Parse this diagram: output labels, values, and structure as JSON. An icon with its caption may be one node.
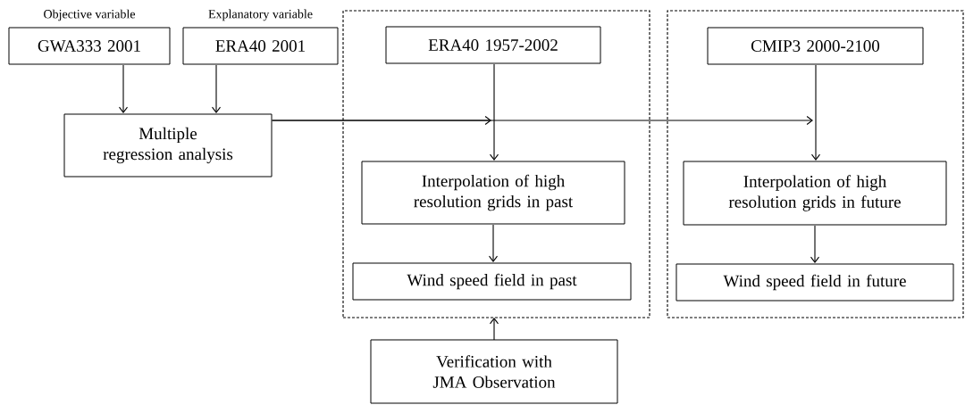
{
  "diagram": {
    "nodes": [
      {
        "text": [
          "GWA333 2001"
        ],
        "beside": [
          "Objective variable"
        ]
      },
      {
        "text": [
          "ERA40 2001"
        ],
        "beside": [
          "Explanatory variable"
        ]
      },
      {
        "text": [
          "Multiple regression analysis"
        ]
      },
      {
        "text": [],
        "shape": "box"
      },
      {
        "text": [
          "ERA40 1957-2002"
        ],
        "in": 3
      },
      {
        "text": [
          "Interpolation of high resolution grids in past"
        ],
        "in": 3
      },
      {
        "text": [
          "Wind speed field in past"
        ],
        "in": 3
      },
      {
        "text": [],
        "shape": "box"
      },
      {
        "text": [
          "CMIP3 2000-2100"
        ],
        "in": 7
      },
      {
        "text": [
          "Interpolation of high resolution grids in future"
        ],
        "in": 7
      },
      {
        "text": [
          "Wind speed field in future"
        ],
        "in": 7
      },
      {
        "text": [
          "Verification with JMA Observation"
        ]
      }
    ],
    "edges": [
      {
        "from": 0,
        "to": 2,
        "arrow": "to"
      },
      {
        "from": 1,
        "to": 2,
        "arrow": "to"
      },
      {
        "from": 4,
        "to": 5,
        "arrow": "to"
      },
      {
        "from": 2,
        "to": 5,
        "arrow": "to"
      },
      {
        "from": 5,
        "to": 6,
        "arrow": "to"
      },
      {
        "from": 8,
        "to": 9,
        "arrow": "to"
      },
      {
        "from": 2,
        "to": 9,
        "arrow": "to"
      },
      {
        "from": 9,
        "to": 10,
        "arrow": "to"
      },
      {
        "from": 11,
        "to": 3,
        "arrow": "to"
      }
    ]
  }
}
